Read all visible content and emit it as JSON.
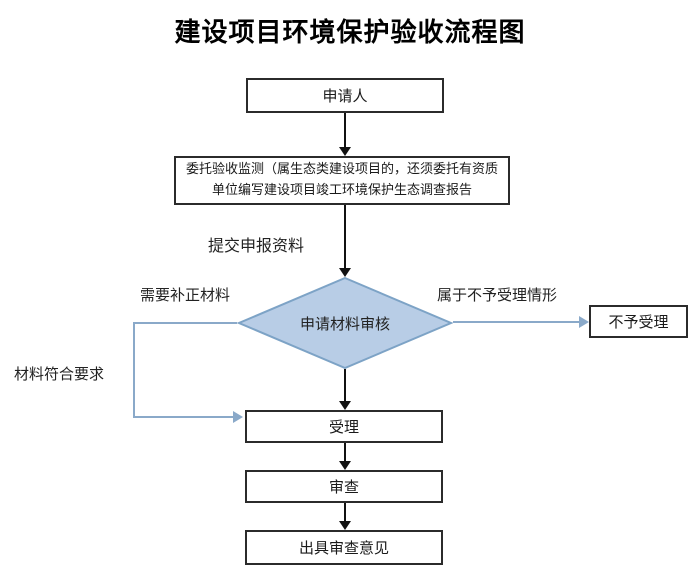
{
  "title": "建设项目环境保护验收流程图",
  "colors": {
    "arrow_black": "#111111",
    "connector_blue": "#8aa9c9",
    "diamond_fill": "#b8cde6",
    "diamond_border": "#7da3c6",
    "box_border": "#2b2b2b"
  },
  "nodes": {
    "applicant": {
      "label": "申请人"
    },
    "entrust": {
      "line1": "委托验收监测（属生态类建设项目的，还须委托有资质",
      "line2": "单位编写建设项目竣工环境保护生态调查报告"
    },
    "review": {
      "label": "申请材料审核"
    },
    "reject": {
      "label": "不予受理"
    },
    "accept": {
      "label": "受理"
    },
    "examine": {
      "label": "审查"
    },
    "opinion": {
      "label": "出具审查意见"
    }
  },
  "edge_labels": {
    "submit": "提交申报资料",
    "need_correction": "需要补正材料",
    "materials_ok": "材料符合要求",
    "not_acceptable": "属于不予受理情形"
  }
}
